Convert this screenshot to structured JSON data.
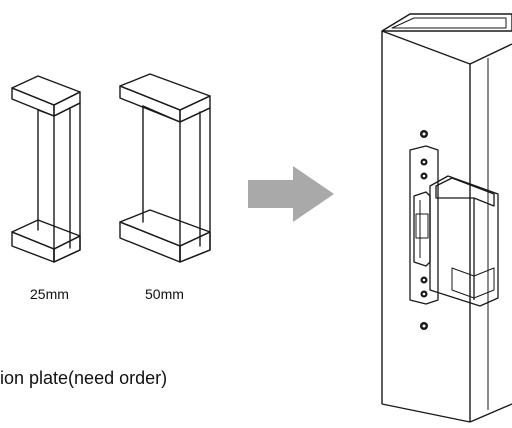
{
  "labels": {
    "size_small": "25mm",
    "size_large": "50mm",
    "caption": "ion plate(need order)"
  },
  "colors": {
    "line": "#1a1a1a",
    "arrow": "#a9a9a9",
    "background": "#ffffff"
  },
  "icons": {
    "arrow": "right-arrow-icon",
    "screws": "screw-icon"
  }
}
